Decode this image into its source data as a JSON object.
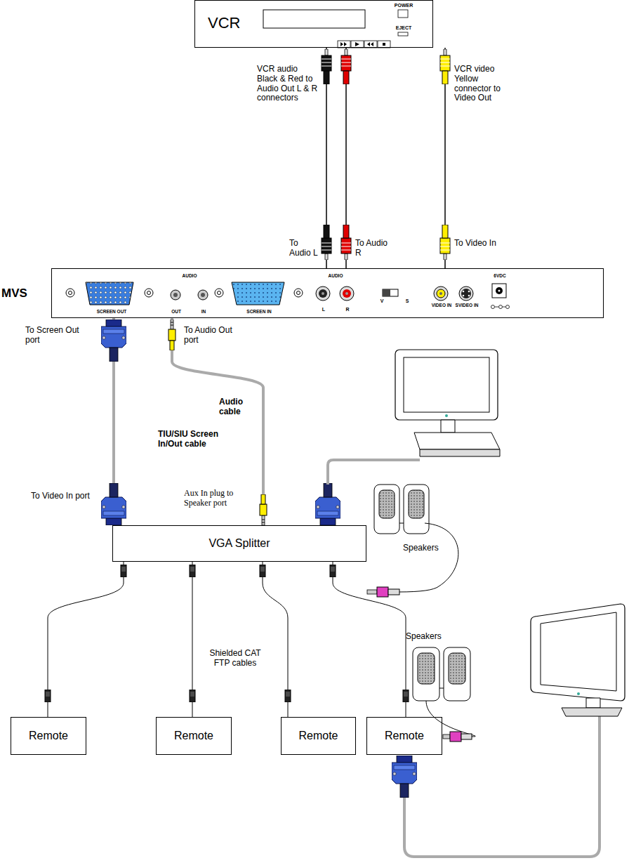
{
  "diagram": {
    "nodes": [
      {
        "text": [
          "VCR",
          "POWER",
          "EJECT"
        ]
      },
      {
        "text": [
          "MVS",
          "SCREEN OUT",
          "AUDIO",
          "OUT",
          "IN",
          "SCREEN IN",
          "AUDIO",
          "L",
          "R",
          "V",
          "S",
          "VIDEO IN",
          "SVIDEO IN",
          "6VDC"
        ]
      },
      {
        "text": [
          "VGA Splitter"
        ]
      },
      {
        "text": [
          "Remote"
        ]
      },
      {
        "text": [
          "Remote"
        ]
      },
      {
        "text": [
          "Remote"
        ]
      },
      {
        "text": [
          "Remote"
        ]
      }
    ],
    "edges": [
      {
        "from": 0,
        "to": 1,
        "arrow": "none"
      },
      {
        "from": 0,
        "to": 1,
        "arrow": "none"
      },
      {
        "from": 0,
        "to": 1,
        "arrow": "none"
      },
      {
        "from": 1,
        "to": 2,
        "arrow": "none"
      },
      {
        "from": 1,
        "to": 2,
        "arrow": "none"
      },
      {
        "from": 2,
        "to": 3,
        "arrow": "none"
      },
      {
        "from": 2,
        "to": 4,
        "arrow": "none"
      },
      {
        "from": 2,
        "to": 5,
        "arrow": "none"
      },
      {
        "from": 2,
        "to": 6,
        "arrow": "none"
      }
    ],
    "labels": [
      "VCR audio Black & Red to Audio Out L & R connectors",
      "VCR video Yellow connector to Video Out",
      "To Audio L",
      "To Audio R",
      "To Video In",
      "To Screen Out port",
      "To Audio Out port",
      "Audio cable",
      "TIU/SIU Screen In/Out cable",
      "To Video In port",
      "Aux In plug to Speaker port",
      "Speakers",
      "Shielded CAT FTP cables",
      "Speakers"
    ]
  }
}
